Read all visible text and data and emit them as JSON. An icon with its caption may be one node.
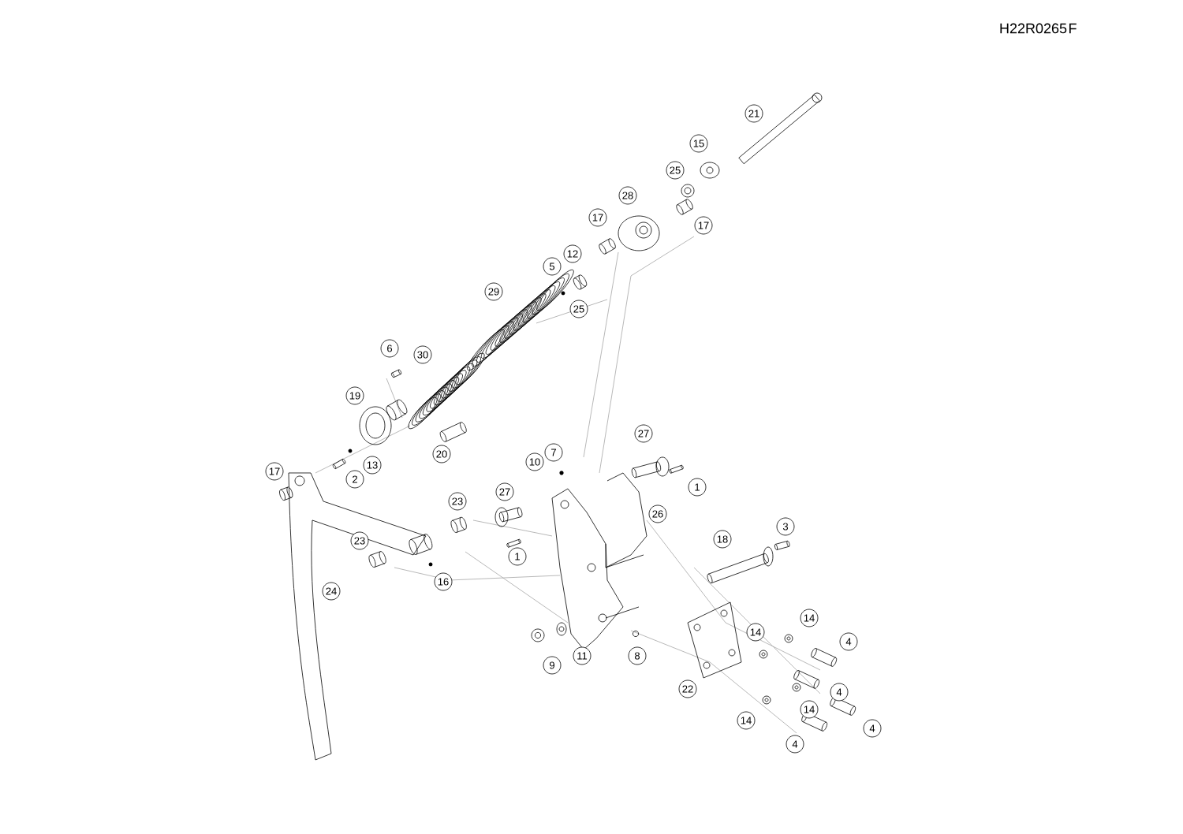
{
  "diagram": {
    "labels": [
      "H22R0265",
      "F",
      "21",
      "15",
      "25",
      "28",
      "17",
      "17",
      "12",
      "5",
      "29",
      "25",
      "6",
      "30",
      "19",
      "20",
      "27",
      "7",
      "10",
      "13",
      "17",
      "2",
      "1",
      "27",
      "23",
      "26",
      "3",
      "18",
      "1",
      "23",
      "16",
      "24",
      "14",
      "14",
      "4",
      "11",
      "8",
      "9",
      "22",
      "4",
      "14",
      "14",
      "4",
      "4"
    ]
  }
}
